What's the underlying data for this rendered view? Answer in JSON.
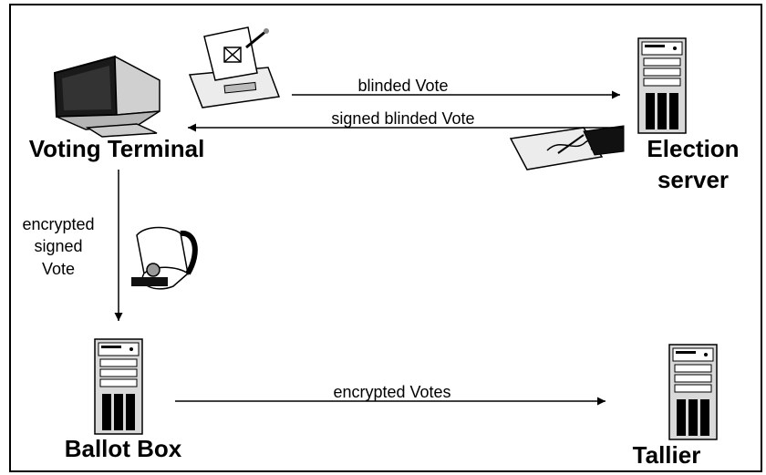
{
  "nodes": {
    "voting_terminal": {
      "label": "Voting Terminal"
    },
    "election_server": {
      "label_line1": "Election",
      "label_line2": "server"
    },
    "ballot_box": {
      "label": "Ballot Box"
    },
    "tallier": {
      "label": "Tallier"
    }
  },
  "edges": {
    "blinded_vote": {
      "label": "blinded Vote"
    },
    "signed_blinded_vote": {
      "label": "signed blinded Vote"
    },
    "encrypted_signed_vote": {
      "line1": "encrypted",
      "line2": "signed",
      "line3": "Vote"
    },
    "encrypted_votes": {
      "label": "encrypted Votes"
    }
  },
  "colors": {
    "line": "#000000",
    "background": "#ffffff",
    "gray_light": "#d0d0d0",
    "gray_dark": "#555555"
  }
}
